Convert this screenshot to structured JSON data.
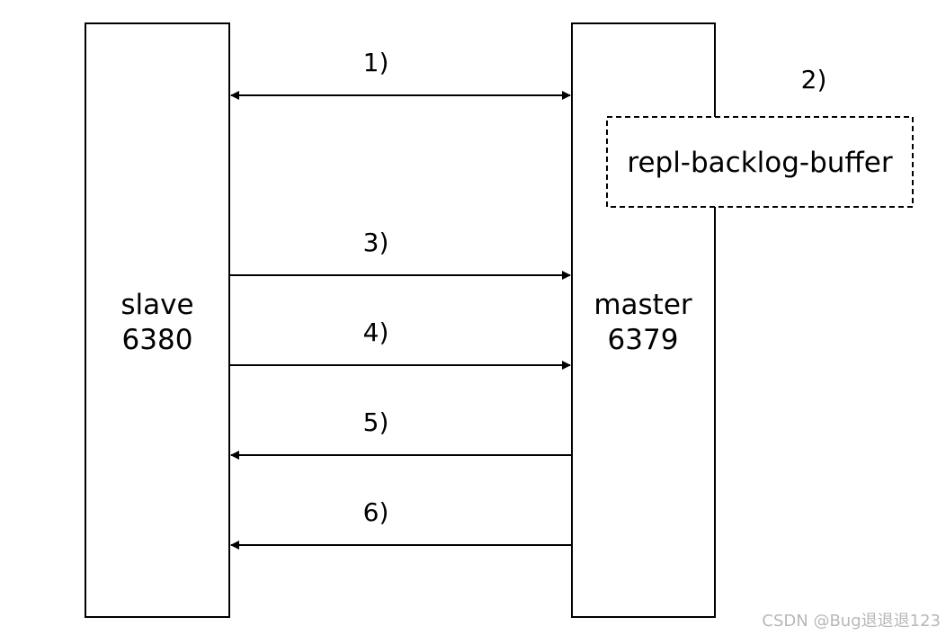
{
  "slave": {
    "name": "slave",
    "port": "6380"
  },
  "master": {
    "name": "master",
    "port": "6379"
  },
  "buffer": {
    "label": "repl-backlog-buffer",
    "step": "2)"
  },
  "arrows": [
    {
      "label": "1)",
      "direction": "both"
    },
    {
      "label": "3)",
      "direction": "to-master"
    },
    {
      "label": "4)",
      "direction": "to-master"
    },
    {
      "label": "5)",
      "direction": "to-slave"
    },
    {
      "label": "6)",
      "direction": "to-slave"
    }
  ],
  "watermark": "CSDN @Bug退退退123"
}
